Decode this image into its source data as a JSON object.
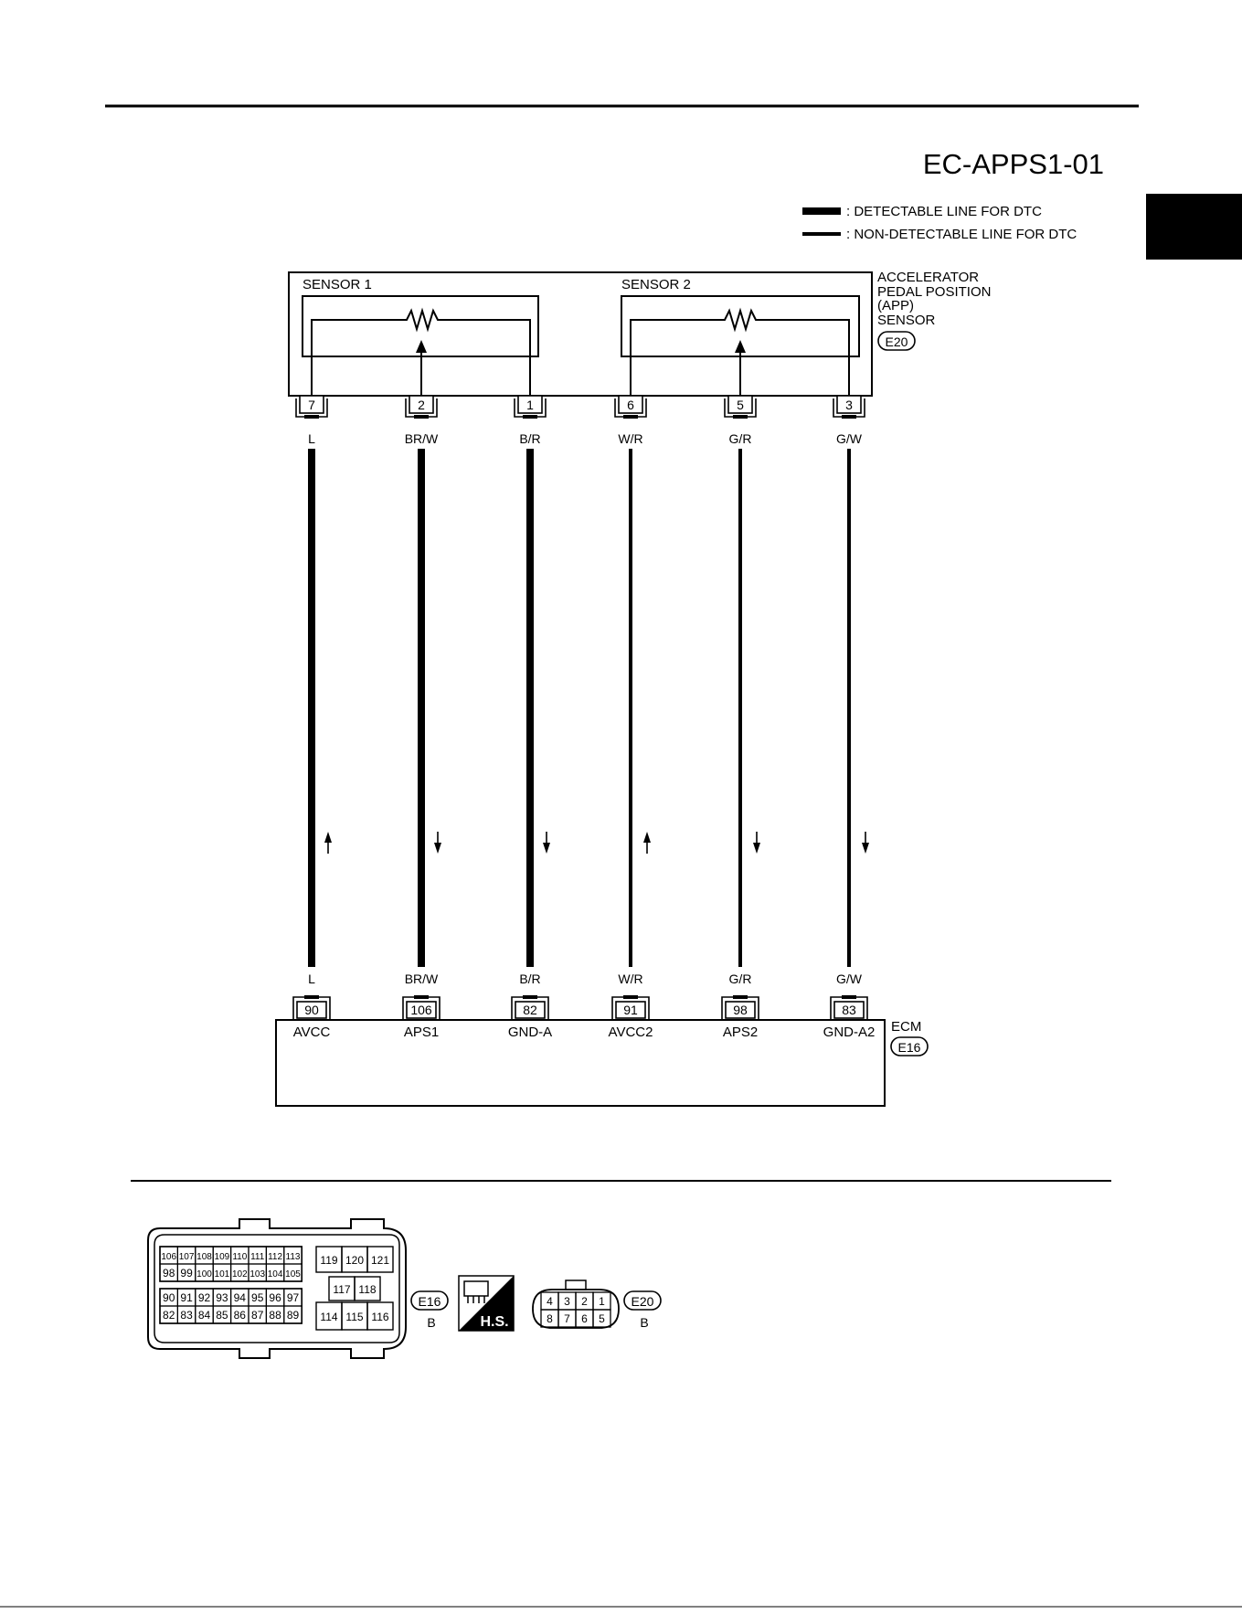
{
  "diagram_id": "EC-APPS1-01",
  "legend": {
    "detectable": ": DETECTABLE LINE FOR DTC",
    "non_detectable": ": NON-DETECTABLE LINE FOR DTC"
  },
  "sensor": {
    "name_lines": [
      "ACCELERATOR",
      "PEDAL POSITION",
      "(APP)",
      "SENSOR"
    ],
    "connector": "E20",
    "sensor1_label": "SENSOR 1",
    "sensor2_label": "SENSOR 2"
  },
  "ecm": {
    "name": "ECM",
    "connector": "E16"
  },
  "wires": [
    {
      "sensor_pin": "7",
      "color": "L",
      "ecm_pin": "90",
      "signal": "AVCC",
      "detectable": true,
      "arrow": "up"
    },
    {
      "sensor_pin": "2",
      "color": "BR/W",
      "ecm_pin": "106",
      "signal": "APS1",
      "detectable": true,
      "arrow": "down"
    },
    {
      "sensor_pin": "1",
      "color": "B/R",
      "ecm_pin": "82",
      "signal": "GND-A",
      "detectable": true,
      "arrow": "down"
    },
    {
      "sensor_pin": "6",
      "color": "W/R",
      "ecm_pin": "91",
      "signal": "AVCC2",
      "detectable": false,
      "arrow": "up"
    },
    {
      "sensor_pin": "5",
      "color": "G/R",
      "ecm_pin": "98",
      "signal": "APS2",
      "detectable": false,
      "arrow": "down"
    },
    {
      "sensor_pin": "3",
      "color": "G/W",
      "ecm_pin": "83",
      "signal": "GND-A2",
      "detectable": false,
      "arrow": "down"
    }
  ],
  "connector_views": {
    "e16": {
      "id": "E16",
      "color_code": "B",
      "left_rows": [
        [
          "106",
          "107",
          "108",
          "109",
          "110",
          "111",
          "112",
          "113"
        ],
        [
          "98",
          "99",
          "100",
          "101",
          "102",
          "103",
          "104",
          "105"
        ],
        [
          "90",
          "91",
          "92",
          "93",
          "94",
          "95",
          "96",
          "97"
        ],
        [
          "82",
          "83",
          "84",
          "85",
          "86",
          "87",
          "88",
          "89"
        ]
      ],
      "right_top": [
        "119",
        "120",
        "121"
      ],
      "right_mid": [
        "117",
        "118"
      ],
      "right_bottom": [
        "114",
        "115",
        "116"
      ]
    },
    "hs_label": "H.S.",
    "e20": {
      "id": "E20",
      "color_code": "B",
      "top_row": [
        "4",
        "3",
        "2",
        "1"
      ],
      "bottom_row": [
        "8",
        "7",
        "6",
        "5"
      ]
    }
  }
}
